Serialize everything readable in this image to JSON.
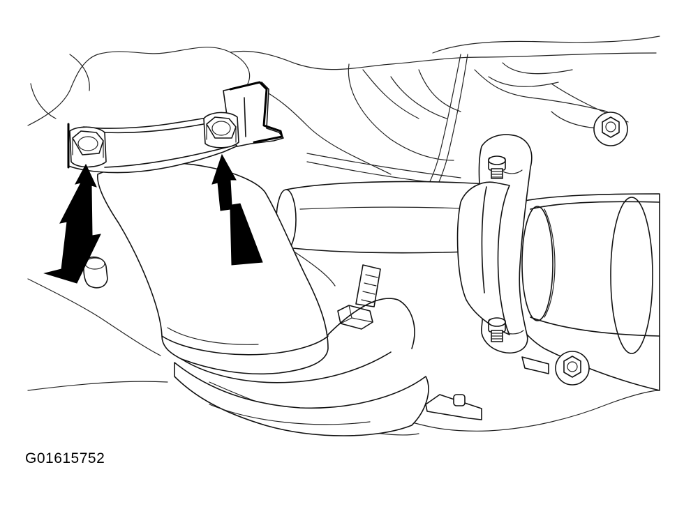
{
  "figure": {
    "code": "G01615752"
  },
  "colors": {
    "line": "#111111",
    "arrow": "#000000",
    "background": "#ffffff"
  },
  "components": [
    "exhaust-pipe",
    "pipe-clamp",
    "clamp-bolt-left",
    "clamp-bolt-right",
    "pointer-arrow-left",
    "pointer-arrow-right",
    "bearing-bracket",
    "bracket-stud-upper",
    "bracket-stud-lower",
    "shaft",
    "mounting-bolts",
    "sensor-fitting"
  ]
}
